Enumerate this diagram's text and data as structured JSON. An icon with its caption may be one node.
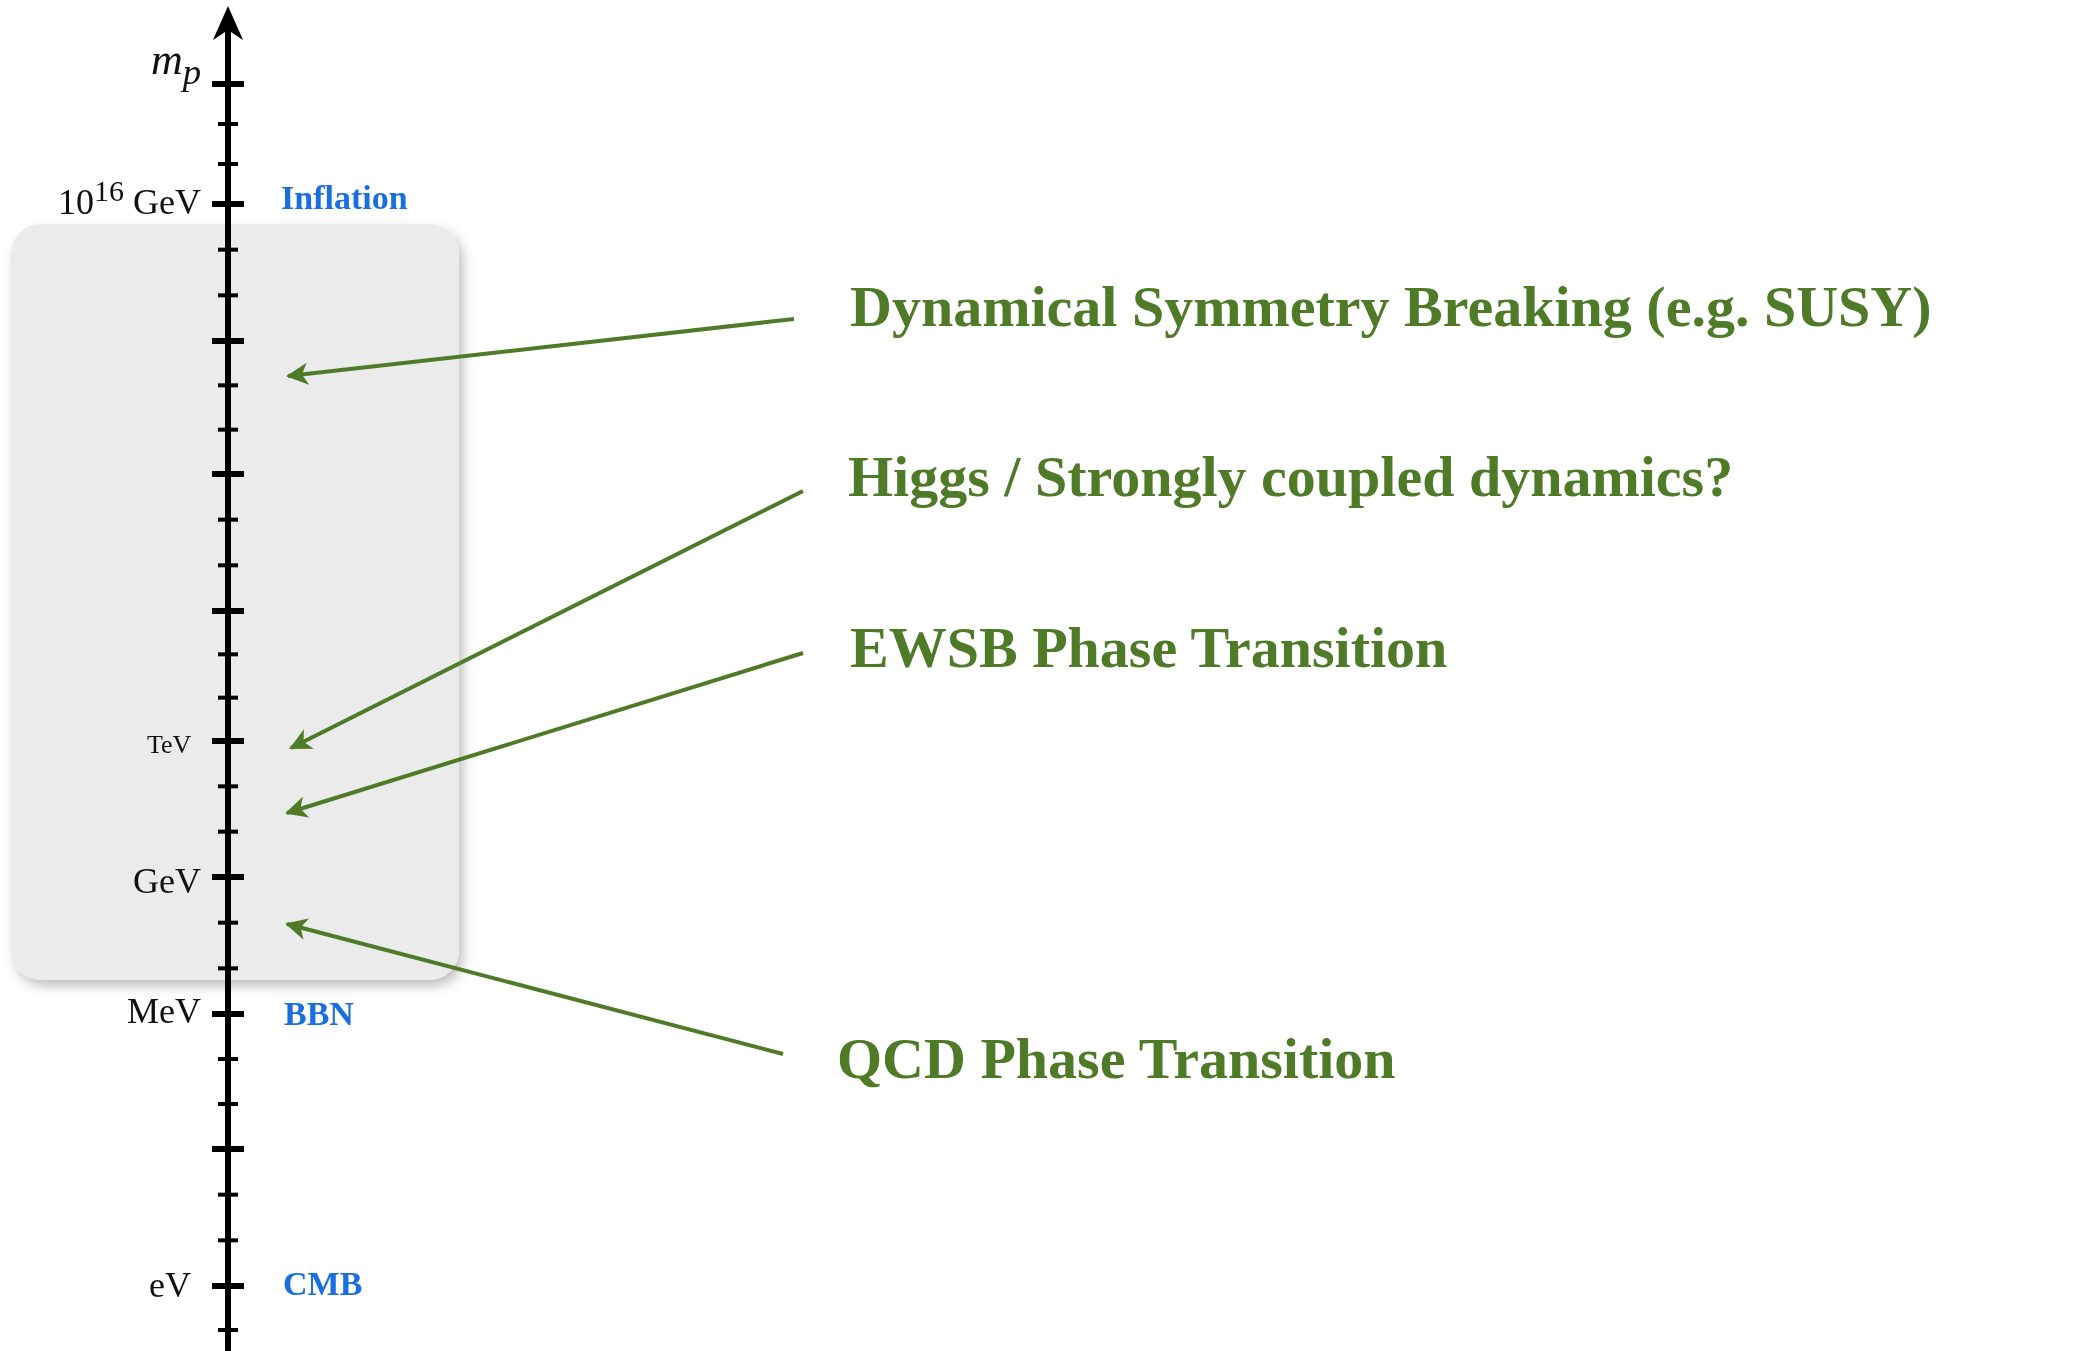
{
  "diagram": {
    "nodes": [
      {
        "text": [
          "Dynamical Symmetry Breaking (e.g. SUSY)"
        ]
      },
      {
        "text": [
          "Higgs / Strongly coupled dynamics?"
        ]
      },
      {
        "text": [
          "EWSB Phase Transition"
        ]
      },
      {
        "text": [
          "QCD Phase Transition"
        ]
      }
    ],
    "edges": [
      {
        "from": 0,
        "to": null,
        "arrow": "to"
      },
      {
        "from": 1,
        "to": null,
        "arrow": "to"
      },
      {
        "from": 2,
        "to": null,
        "arrow": "to"
      },
      {
        "from": 3,
        "to": null,
        "arrow": "to"
      }
    ],
    "labels": [
      "m$_{p}$",
      "10$^{16}$ GeV",
      "Inflation",
      "TeV",
      "GeV",
      "MeV",
      "BBN",
      "eV",
      "CMB"
    ]
  }
}
